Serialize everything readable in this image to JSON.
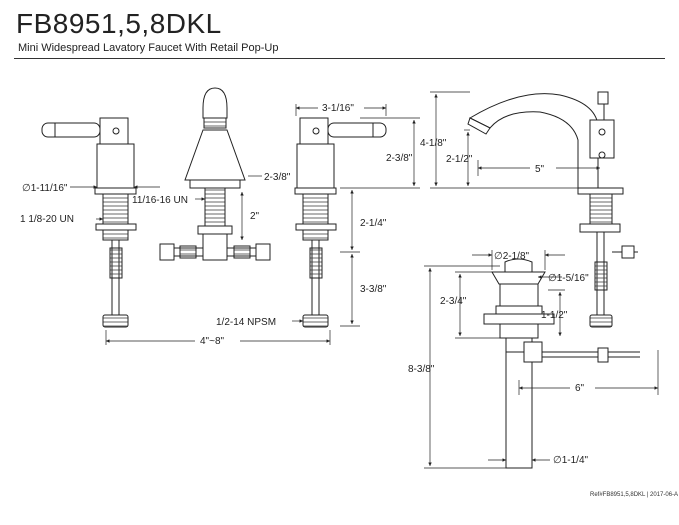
{
  "header": {
    "model": "FB8951,5,8DKL",
    "subtitle": "Mini Widespread Lavatory Faucet With Retail Pop-Up"
  },
  "dimensions": {
    "d_1_11_16": "∅1-11/16\"",
    "d_thread_1_1_8": "1 1/8-20 UN",
    "d_thread_11_16": "11/16-16 UN",
    "d_2_3_8_spout": "2-3/8\"",
    "d_2": "2\"",
    "d_3_1_16": "3-1/16\"",
    "d_2_3_8_handle": "2-3/8\"",
    "d_2_1_4": "2-1/4\"",
    "d_3_3_8": "3-3/8\"",
    "d_npsm": "1/2-14 NPSM",
    "d_spread": "4\"~8\"",
    "d_4_1_8": "4-1/8\"",
    "d_2_1_2": "2-1/2\"",
    "d_5": "5\"",
    "d_2_1_8": "∅2-1/8\"",
    "d_1_5_16": "∅1-5/16\"",
    "d_2_3_4": "2-3/4\"",
    "d_1_1_2": "1-1/2\"",
    "d_8_3_8": "8-3/8\"",
    "d_6": "6\"",
    "d_1_1_4": "∅1-1/4\""
  },
  "footer": {
    "ref": "Ref#FB8951,5,8DKL | 2017-06-A"
  }
}
